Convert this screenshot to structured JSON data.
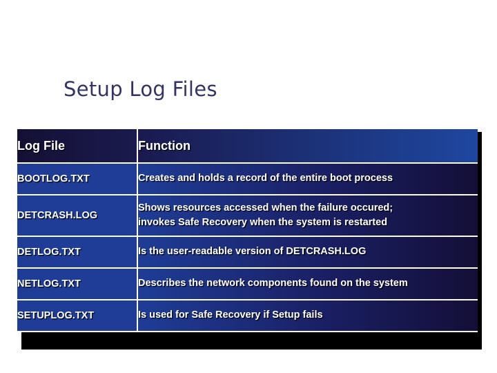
{
  "slide": {
    "title": "Setup Log Files",
    "title_color": "#333366",
    "background_color": "#ffffff"
  },
  "table": {
    "name": "setup-log-files-table",
    "header_gradient_from": "#141034",
    "header_gradient_to": "#1e47a0",
    "cell_color": "#1f3d96",
    "text_color": "#ffffff",
    "columns": [
      "Log File",
      "Function"
    ],
    "rows": [
      {
        "file": "BOOTLOG.TXT",
        "function_lines": [
          "Creates and holds a record of the entire boot process"
        ]
      },
      {
        "file": "DETCRASH.LOG",
        "function_lines": [
          "Shows resources accessed when the failure occured;",
          "invokes Safe Recovery when the system is restarted"
        ]
      },
      {
        "file": "DETLOG.TXT",
        "function_lines": [
          "Is the user-readable version of DETCRASH.LOG"
        ]
      },
      {
        "file": "NETLOG.TXT",
        "function_lines": [
          "Describes the network components found on the system"
        ]
      },
      {
        "file": "SETUPLOG.TXT",
        "function_lines": [
          "Is used for Safe Recovery if Setup fails"
        ]
      }
    ]
  }
}
